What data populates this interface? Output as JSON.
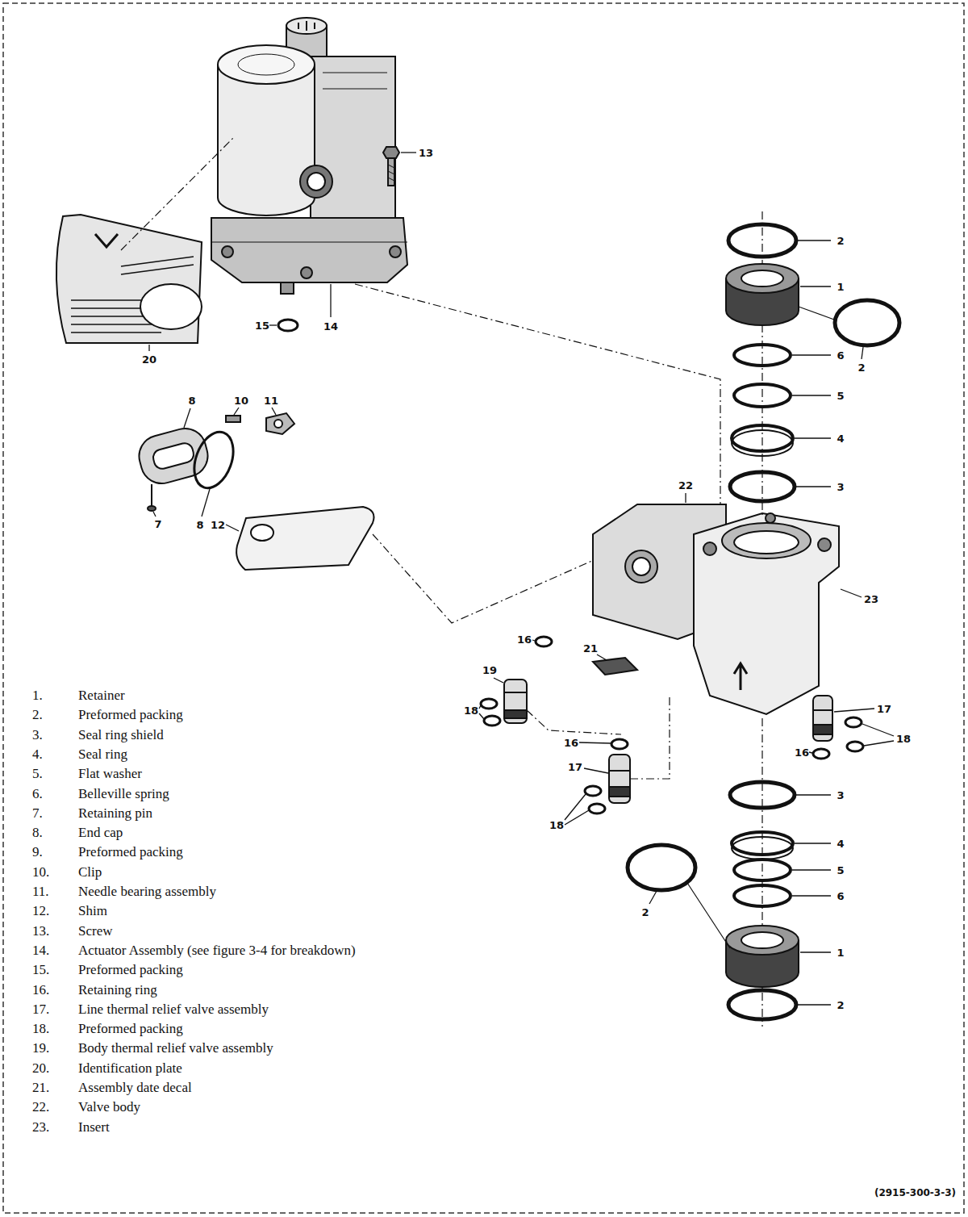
{
  "diagram": {
    "labels": [
      "13",
      "2",
      "1",
      "2",
      "6",
      "5",
      "4",
      "3",
      "15",
      "14",
      "20",
      "8",
      "10",
      "11",
      "7",
      "8",
      "12",
      "22",
      "23",
      "21",
      "16",
      "19",
      "18",
      "17",
      "16",
      "18",
      "16",
      "17",
      "18",
      "3",
      "4",
      "5",
      "6",
      "1",
      "2",
      "2",
      "1.",
      "Retainer",
      "2.",
      "Preformed packing",
      "3.",
      "Seal ring shield",
      "4.",
      "Seal ring",
      "5.",
      "Flat washer",
      "6.",
      "Belleville spring",
      "7.",
      "Retaining pin",
      "8.",
      "End cap",
      "9.",
      "Preformed packing",
      "10.",
      "Clip",
      "11.",
      "Needle bearing assembly",
      "12.",
      "Shim",
      "13.",
      "Screw",
      "14.",
      "Actuator Assembly (see figure 3-4 for breakdown)",
      "15.",
      "Preformed packing",
      "16.",
      "Retaining ring",
      "17.",
      "Line thermal relief valve assembly",
      "18.",
      "Preformed packing",
      "19.",
      "Body thermal relief valve assembly",
      "20.",
      "Identification plate",
      "21.",
      "Assembly date decal",
      "22.",
      "Valve body",
      "23.",
      "Insert",
      "(2915-300-3-3)"
    ]
  }
}
